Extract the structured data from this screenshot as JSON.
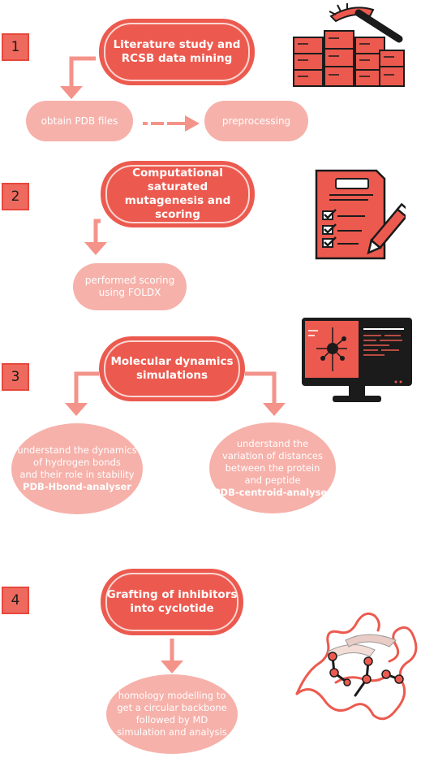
{
  "steps": [
    {
      "number": "1",
      "title": "Literature study and\nRCSB data mining"
    },
    {
      "number": "2",
      "title": "Computational saturated\nmutagenesis and scoring"
    },
    {
      "number": "3",
      "title": "Molecular dynamics\nsimulations"
    },
    {
      "number": "4",
      "title": "Grafting of inhibitors\ninto cyclotide"
    }
  ],
  "step1": {
    "obtain": "obtain PDB files",
    "preprocess": "preprocessing"
  },
  "step2": {
    "scoring": "performed scoring\nusing FOLDX"
  },
  "step3": {
    "left_text": "understand the dynamics\nof hydrogen bonds\nand their role in stability",
    "left_tool": "PDB-Hbond-analyser",
    "right_text": "understand the\nvariation of distances\nbetween the protein\nand peptide",
    "right_tool": "PDB-centroid-analyser"
  },
  "step4": {
    "modelling": "homology modelling to\nget a circular backbone\nfollowed by MD\nsimulation and analysis"
  },
  "icons": [
    "database-mining-icon",
    "checklist-document-icon",
    "computer-monitor-icon",
    "cyclotide-structure-icon"
  ],
  "colors": {
    "primary": "#ec5a4f",
    "light": "#f6b1aa",
    "arrow": "#f4938a",
    "outline": "#1b1b1b"
  }
}
